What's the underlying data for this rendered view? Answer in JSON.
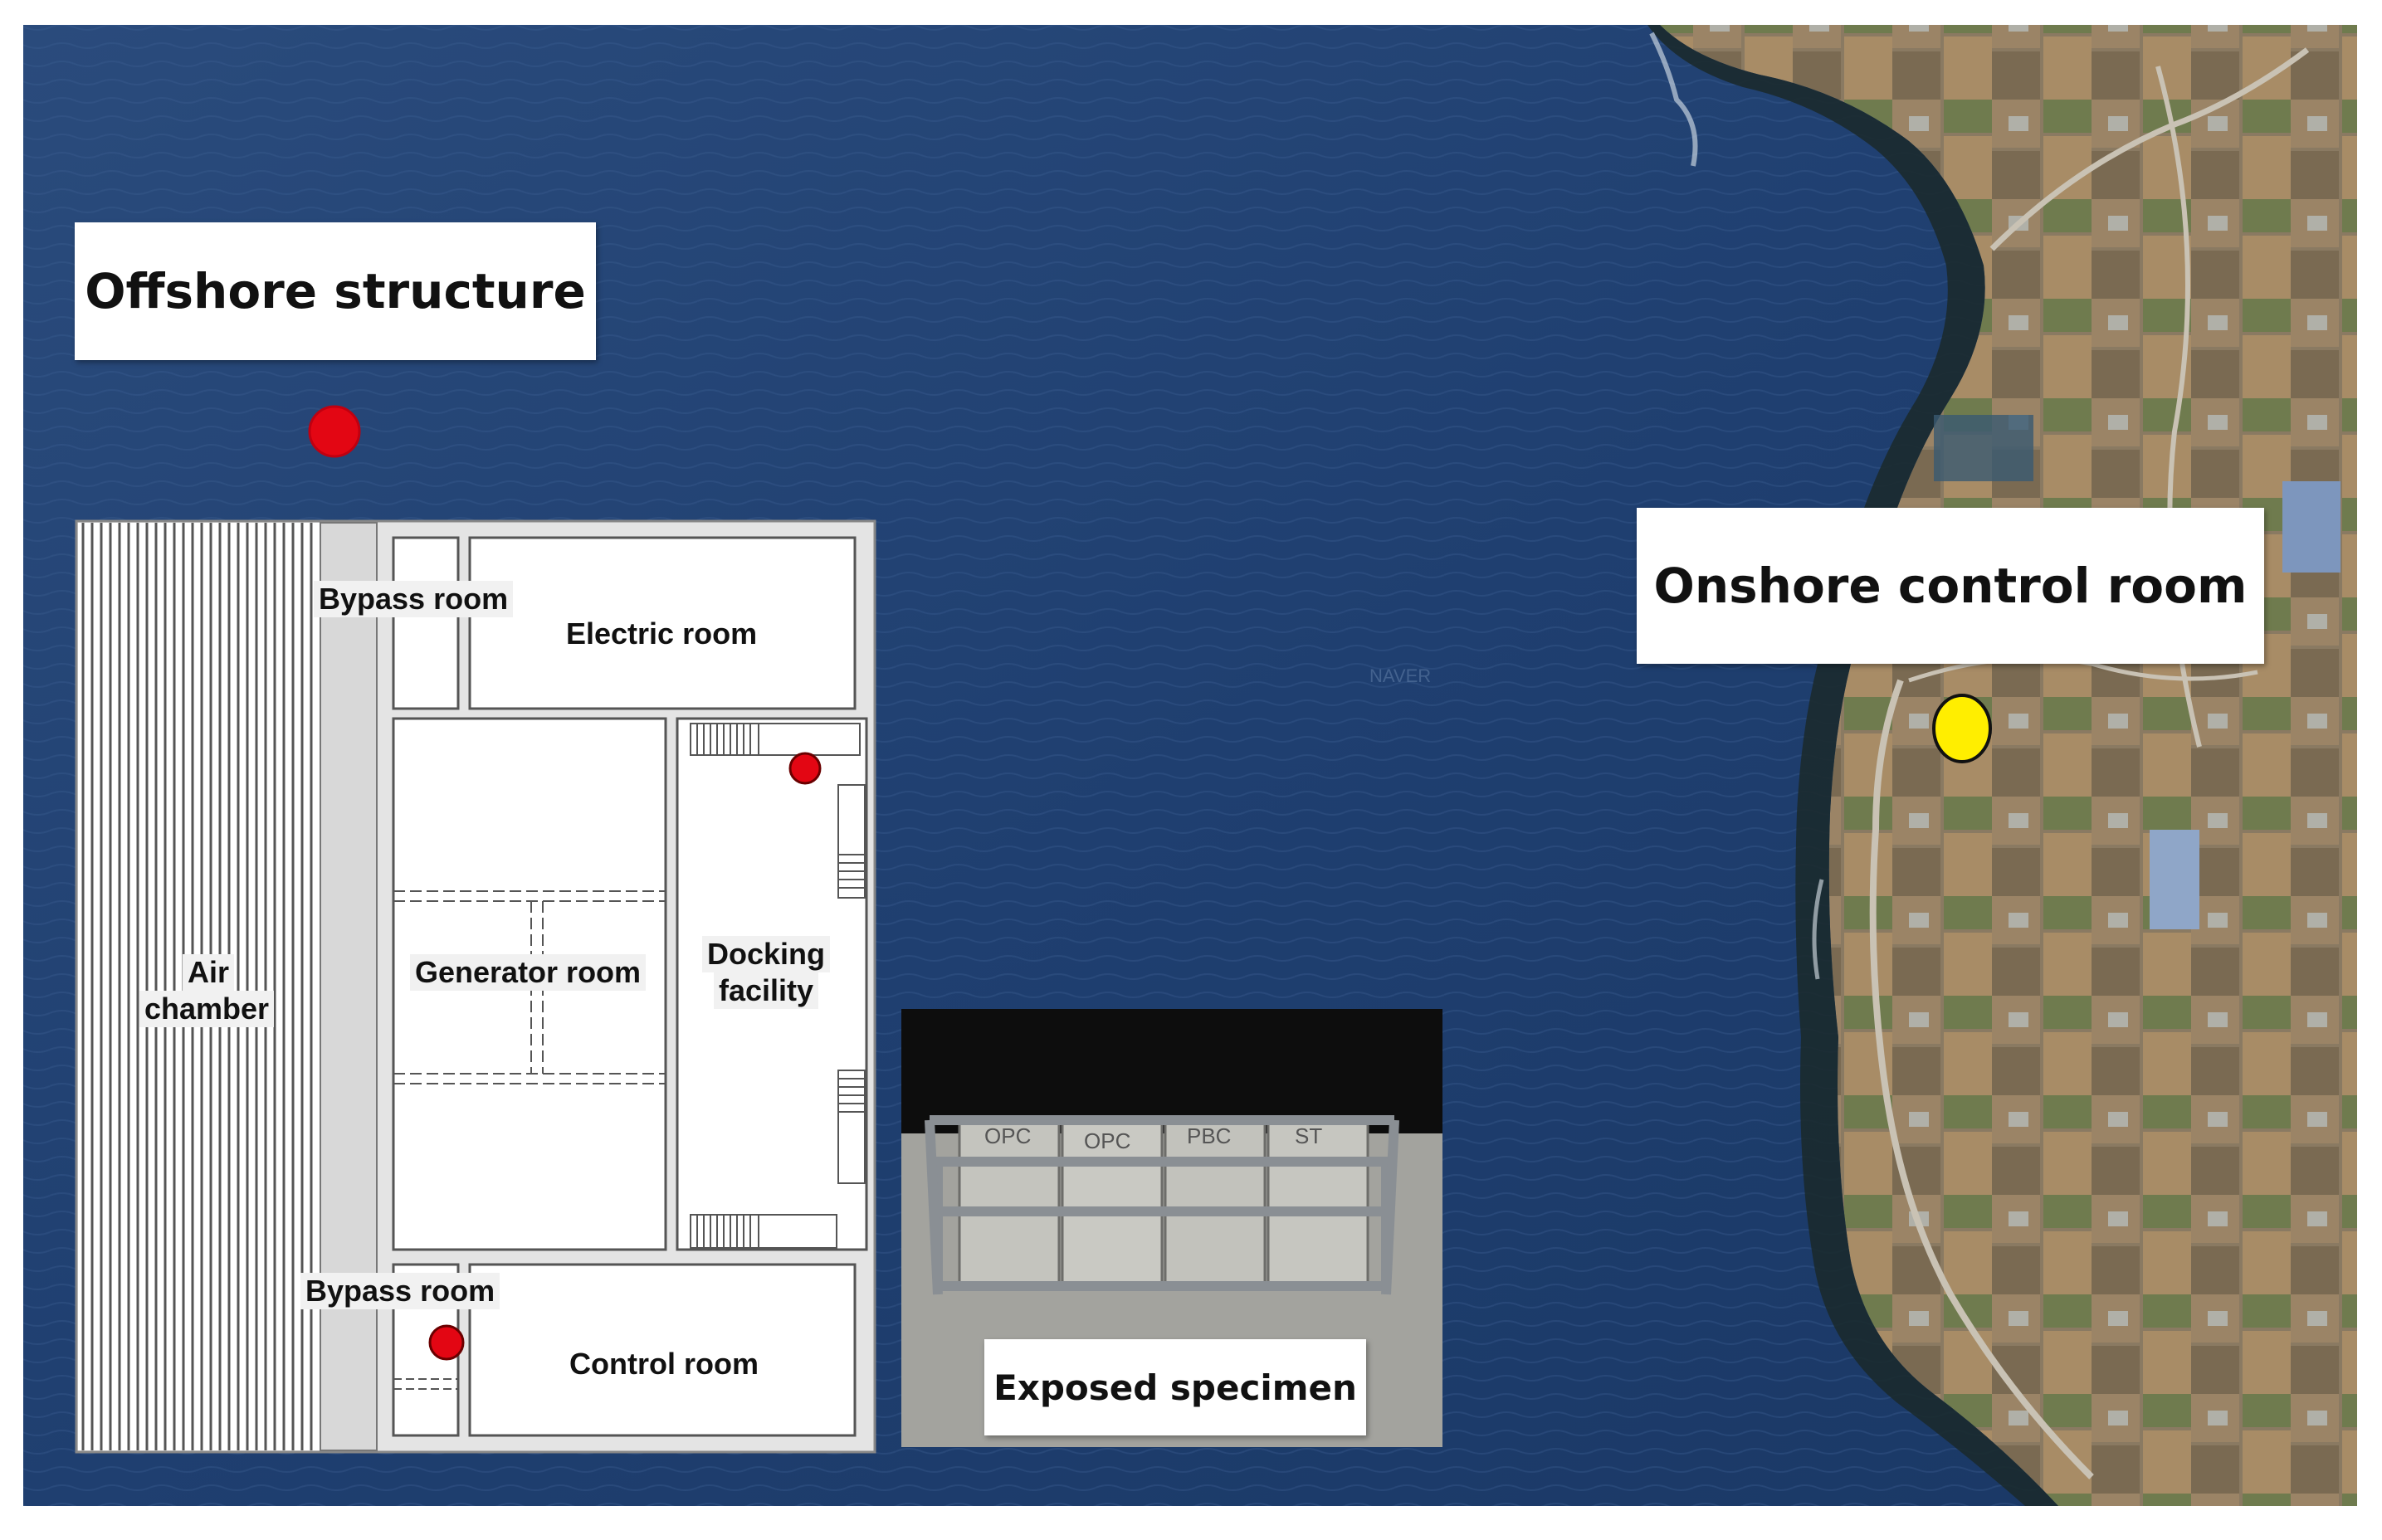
{
  "labels": {
    "offshore_structure": "Offshore structure",
    "onshore_control_room": "Onshore control room",
    "exposed_specimen": "Exposed specimen"
  },
  "floor_plan": {
    "rooms": {
      "bypass_room_top": "Bypass room",
      "electric_room": "Electric room",
      "generator_room": "Generator room",
      "docking_facility_line1": "Docking",
      "docking_facility_line2": "facility",
      "air_chamber_line1": "Air",
      "air_chamber_line2": "chamber",
      "bypass_room_bottom": "Bypass room",
      "control_room": "Control room"
    }
  },
  "specimen_photo": {
    "specimen_marks": [
      "OPC",
      "OPC",
      "PBC",
      "ST"
    ]
  },
  "map": {
    "watermark": "NAVER"
  },
  "colors": {
    "sea": "#1f3f70",
    "marker_offshore": "#e30613",
    "marker_onshore": "#ffee00",
    "marker_plan": "#e30613",
    "land": "#8a7a62"
  },
  "icons": [
    "location-marker-icon",
    "onshore-location-marker-icon"
  ]
}
